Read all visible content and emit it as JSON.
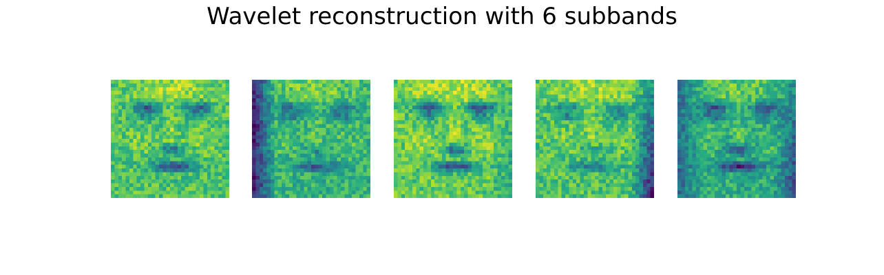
{
  "figure": {
    "title": "Wavelet reconstruction with 6 subbands",
    "colormap": "viridis",
    "panel_count": 5,
    "panels": [
      {
        "id": 1,
        "description": "face-1"
      },
      {
        "id": 2,
        "description": "face-2"
      },
      {
        "id": 3,
        "description": "face-3"
      },
      {
        "id": 4,
        "description": "face-4"
      },
      {
        "id": 5,
        "description": "face-5"
      }
    ]
  }
}
